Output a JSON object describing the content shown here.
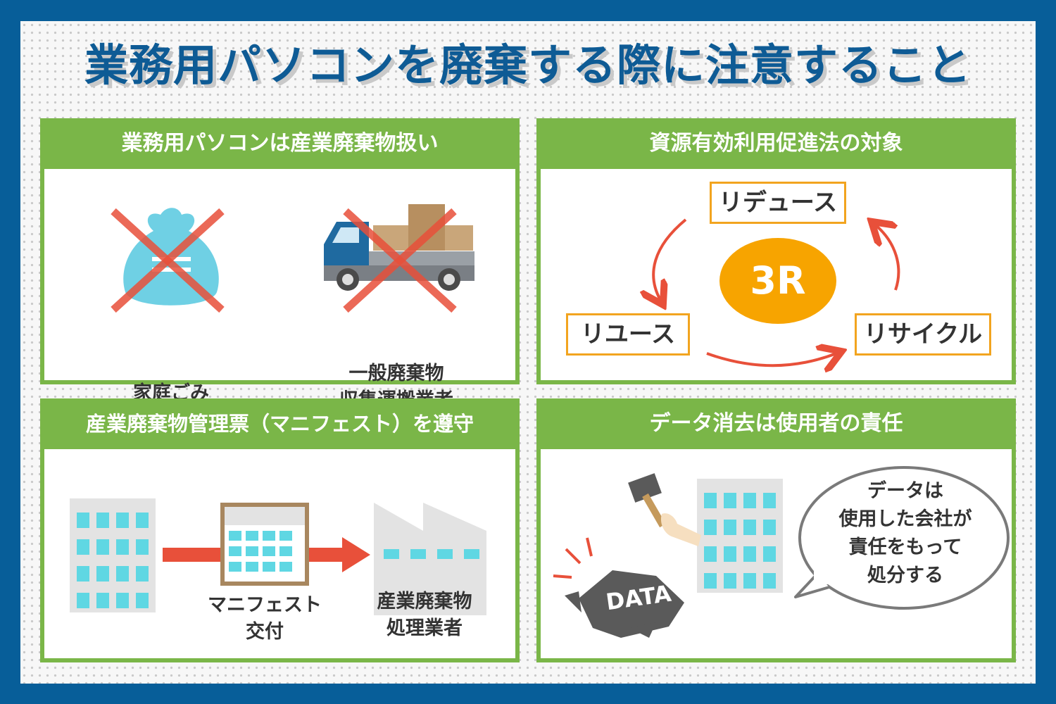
{
  "title": "業務用パソコンを廃棄する際に注意すること",
  "colors": {
    "frame": "#075e99",
    "panel_green": "#7ab648",
    "orange": "#f7a400",
    "red": "#e8503a",
    "building_cyan": "#5fd7e3"
  },
  "panels": {
    "industrial_waste": {
      "header": "業務用パソコンは産業廃棄物扱い",
      "items": [
        {
          "label": "家庭ごみ",
          "icon": "garbage-bag-icon",
          "crossed": true
        },
        {
          "label_line1": "一般廃棄物",
          "label_line2": "収集運搬業者",
          "icon": "truck-icon",
          "crossed": true
        }
      ]
    },
    "recycling_law": {
      "header": "資源有効利用促進法の対象",
      "center": "3R",
      "cycle": [
        "リデュース",
        "リユース",
        "リサイクル"
      ]
    },
    "manifest": {
      "header": "産業廃棄物管理票（マニフェスト）を遵守",
      "manifest_line1": "マニフェスト",
      "manifest_line2": "交付",
      "processor_line1": "産業廃棄物",
      "processor_line2": "処理業者"
    },
    "data_erasure": {
      "header": "データ消去は使用者の責任",
      "data_label": "DATA",
      "bubble_lines": [
        "データは",
        "使用した会社が",
        "責任をもって",
        "処分する"
      ]
    }
  }
}
